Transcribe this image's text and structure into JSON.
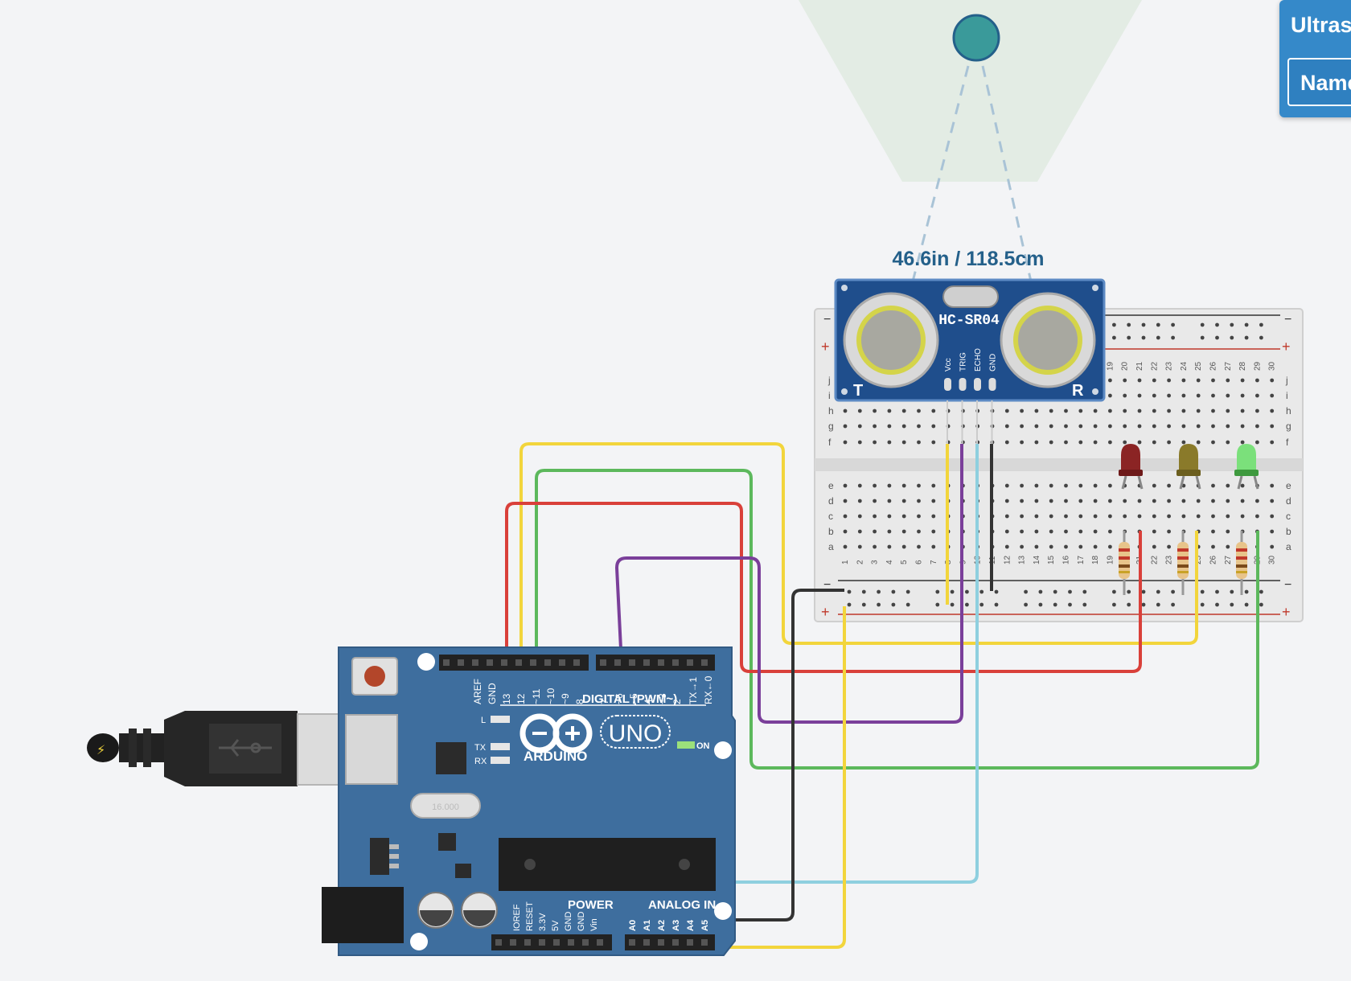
{
  "inspector": {
    "title": "Ultras",
    "name_label": "Name"
  },
  "sensor": {
    "distance_readout": "46.6in / 118.5cm",
    "model": "HC-SR04",
    "pins": [
      "Vcc",
      "TRIG",
      "ECHO",
      "GND"
    ],
    "left_label": "T",
    "right_label": "R"
  },
  "breadboard": {
    "rail_minus": "−",
    "rail_plus": "+",
    "row_letters_top": [
      "j",
      "i",
      "h",
      "g",
      "f"
    ],
    "row_letters_bottom": [
      "e",
      "d",
      "c",
      "b",
      "a"
    ],
    "column_numbers_top": [
      "19",
      "20",
      "21",
      "22",
      "23",
      "24",
      "25",
      "26",
      "27",
      "28",
      "29",
      "30"
    ],
    "column_numbers_bottom": [
      "1",
      "2",
      "3",
      "4",
      "5",
      "6",
      "7",
      "8",
      "9",
      "10",
      "11",
      "12",
      "13",
      "14",
      "15",
      "16",
      "17",
      "18",
      "19",
      "20",
      "21",
      "22",
      "23",
      "24",
      "25",
      "26",
      "27",
      "28",
      "29",
      "30"
    ]
  },
  "arduino": {
    "brand": "ARDUINO",
    "model": "UNO",
    "digital_label": "DIGITAL (PWM~)",
    "digital_pins": [
      "AREF",
      "GND",
      "13",
      "12",
      "~11",
      "~10",
      "~9",
      "8",
      "7",
      "~6",
      "~5",
      "4",
      "~3",
      "2",
      "TX→1",
      "RX←0"
    ],
    "power_label": "POWER",
    "analog_label": "ANALOG IN",
    "power_pins": [
      "IOREF",
      "RESET",
      "3.3V",
      "5V",
      "GND",
      "GND",
      "Vin"
    ],
    "analog_pins": [
      "A0",
      "A1",
      "A2",
      "A3",
      "A4",
      "A5"
    ],
    "led_labels": {
      "l": "L",
      "tx": "TX",
      "rx": "RX",
      "on": "ON"
    },
    "crystal_text": "16.000"
  },
  "colors": {
    "background": "#f3f4f6",
    "board_blue": "#3e6e9e",
    "sensor_blue": "#1f4e8c",
    "wire_yellow": "#f2d53c",
    "wire_green": "#5cb85c",
    "wire_red": "#d9403a",
    "wire_purple": "#7a3f9a",
    "wire_cyan": "#8ecfdf",
    "wire_black": "#333333",
    "led_red": "#8b2424",
    "led_yellow": "#8a7a2a",
    "led_green": "#7be07b",
    "accent": "#3589c9"
  }
}
